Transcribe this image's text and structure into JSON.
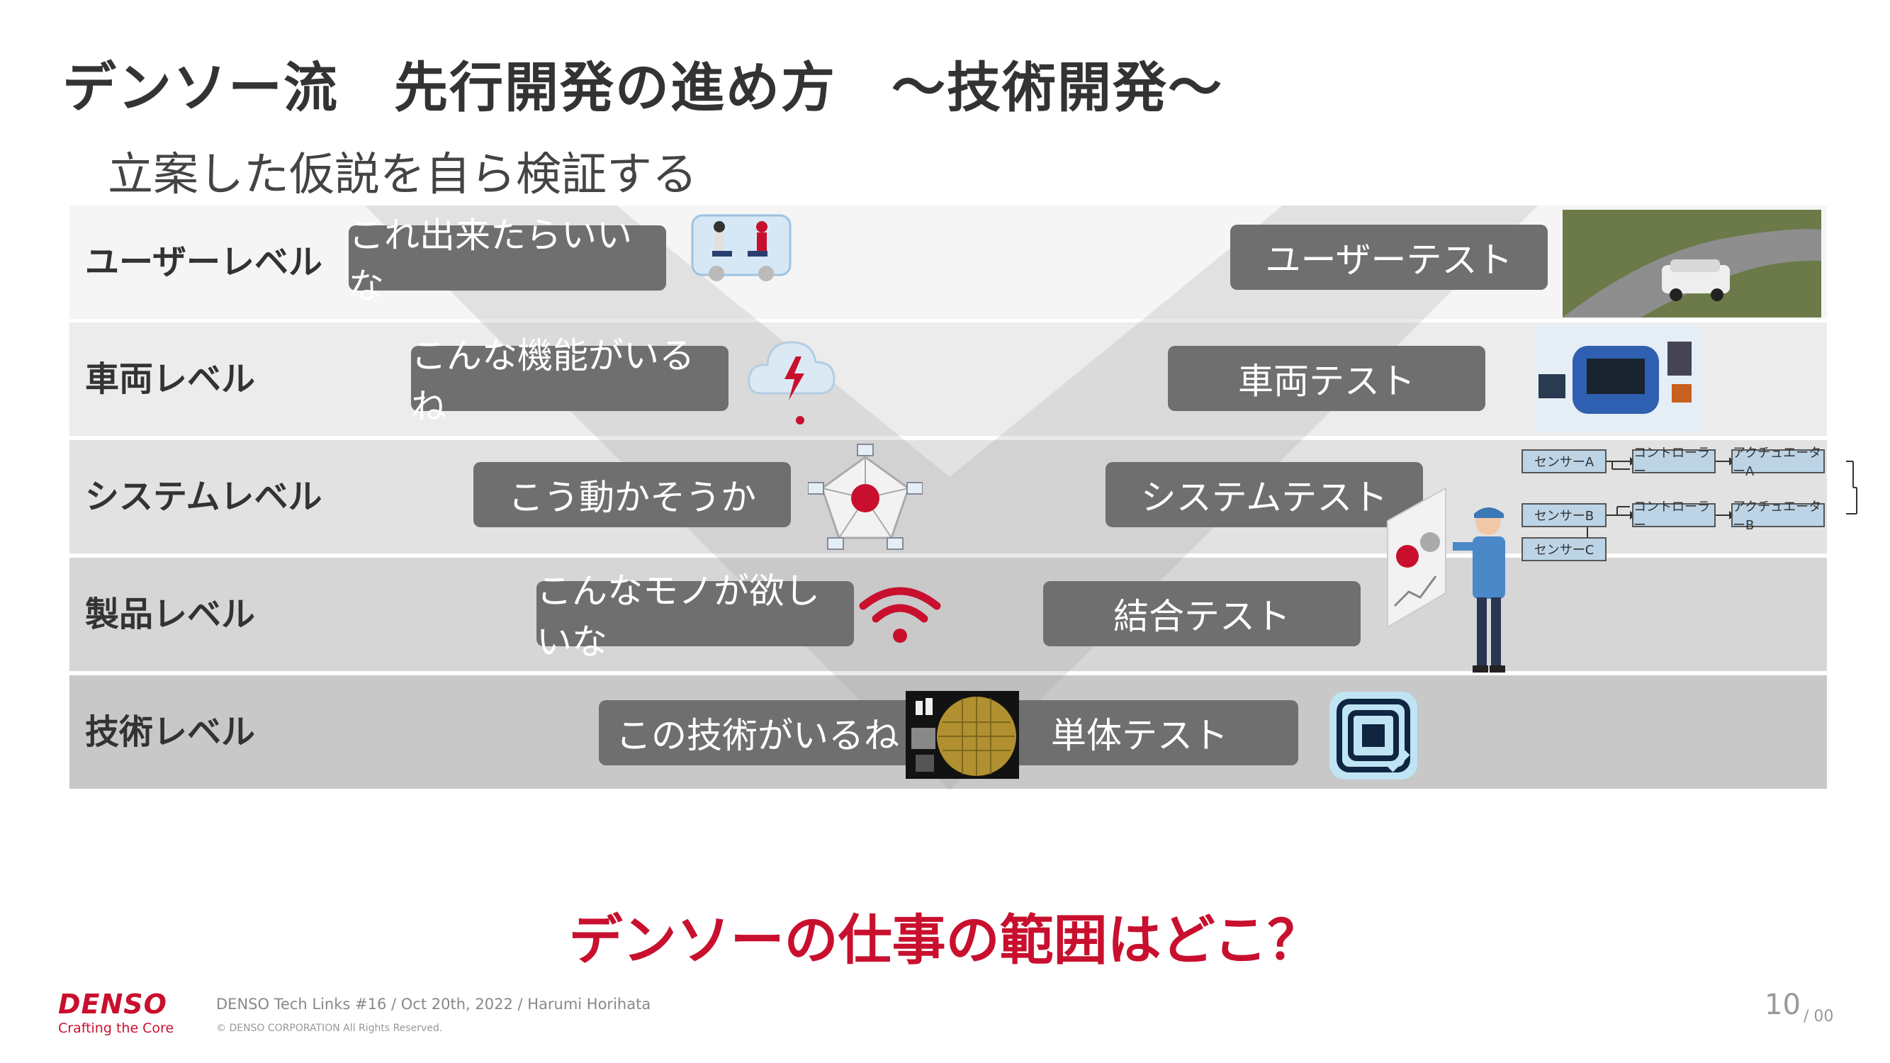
{
  "title": "デンソー流　先行開発の進め方　～技術開発～",
  "subtitle": "立案した仮説を自ら検証する",
  "levels": [
    {
      "label": "ユーザーレベル",
      "left_text": "これ出来たらいいな",
      "right_text": "ユーザーテスト"
    },
    {
      "label": "車両レベル",
      "left_text": "こんな機能がいるね",
      "right_text": "車両テスト"
    },
    {
      "label": "システムレベル",
      "left_text": "こう動かそうか",
      "right_text": "システムテスト"
    },
    {
      "label": "製品レベル",
      "left_text": "こんなモノが欲しいな",
      "right_text": "結合テスト"
    },
    {
      "label": "技術レベル",
      "left_text": "この技術がいるね",
      "right_text": "単体テスト"
    }
  ],
  "system_diagram": {
    "sensor_a": "センサーA",
    "sensor_b": "センサーB",
    "sensor_c": "センサーC",
    "controller_1": "コントローラー",
    "controller_2": "コントローラー",
    "actuator_a": "アクチュエーターA",
    "actuator_b": "アクチュエーターB"
  },
  "question": "デンソーの仕事の範囲はどこ？",
  "footer": {
    "logo": "DENSO",
    "tagline": "Crafting the Core",
    "event": "DENSO Tech Links #16 / Oct 20th, 2022 / Harumi Horihata",
    "copyright": "© DENSO CORPORATION All Rights Reserved.",
    "page": "10",
    "total": "/ 00"
  },
  "colors": {
    "accent": "#c8102e",
    "pill": "#6f6f6f",
    "band_light": "#f4f4f4",
    "band_dark": "#c6c6c6"
  }
}
